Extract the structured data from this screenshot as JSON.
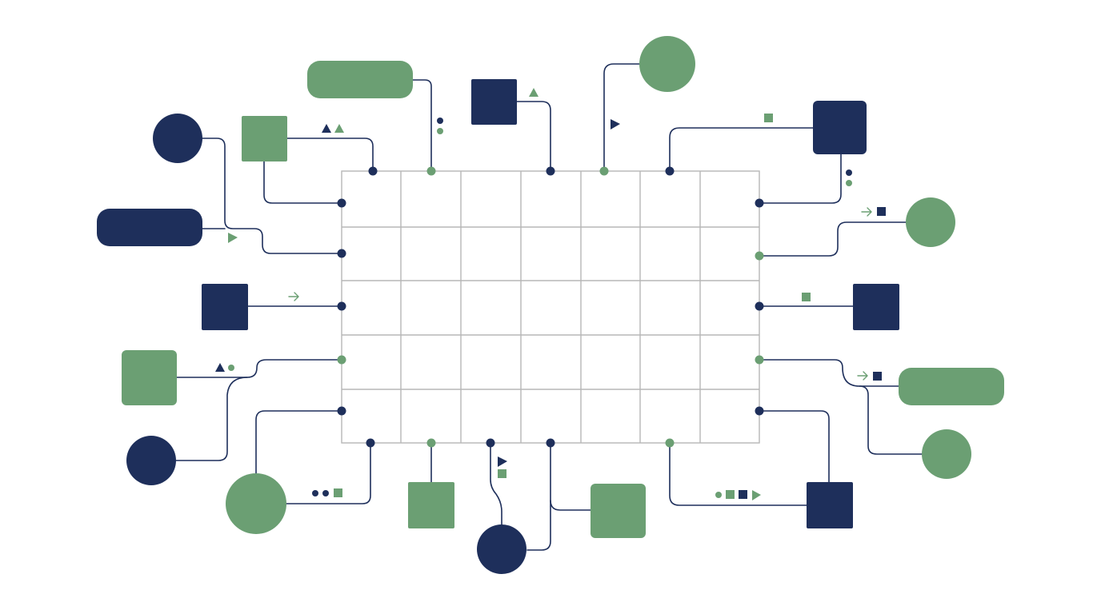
{
  "colors": {
    "navy": "#1e2f5b",
    "green": "#6b9f73",
    "grid": "#b7b7b7",
    "background": "#ffffff"
  },
  "board": {
    "columns": 7,
    "rows": 5
  },
  "icons": {
    "nodes": [
      "rounded-rectangle",
      "square",
      "circle"
    ],
    "markers": [
      "triangle",
      "dot",
      "small-square",
      "arrow"
    ]
  }
}
